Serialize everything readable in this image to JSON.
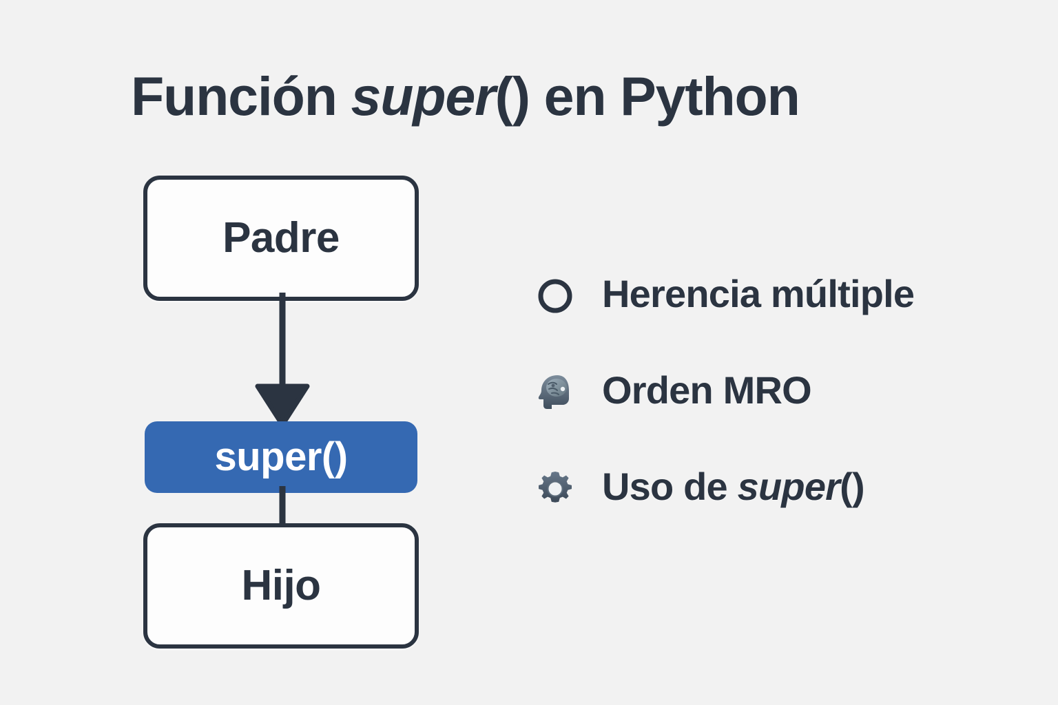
{
  "page": {
    "background_color": "#f2f2f2",
    "ink_color": "#2b3441",
    "accent_color": "#3569b2"
  },
  "title": {
    "prefix": "Función ",
    "emphasis": "super",
    "suffix": "() en Python",
    "full_text": "Función super() en Python"
  },
  "diagram": {
    "type": "flow",
    "nodes": [
      {
        "id": "padre",
        "label": "Padre",
        "style": "outline",
        "fill": "#fdfdfd",
        "border": "#2b3441",
        "text_color": "#2b3441"
      },
      {
        "id": "super",
        "label": "super()",
        "style": "filled",
        "fill": "#3569b2",
        "border": "none",
        "text_color": "#ffffff"
      },
      {
        "id": "hijo",
        "label": "Hijo",
        "style": "outline",
        "fill": "#fdfdfd",
        "border": "#2b3441",
        "text_color": "#2b3441"
      }
    ],
    "edges": [
      {
        "from": "padre",
        "to": "super",
        "arrowhead": "filled-triangle",
        "color": "#2b3441"
      },
      {
        "from": "super",
        "to": "hijo",
        "arrowhead": "none",
        "color": "#2b3441"
      }
    ]
  },
  "features": {
    "items": [
      {
        "icon": "hollow-circle-icon",
        "icon_color": "#2b3441",
        "label": "Herencia múltiple",
        "prefix": "Herencia múltiple",
        "emphasis": "",
        "suffix": ""
      },
      {
        "icon": "head-with-brain-icon",
        "icon_color": "#5b6b7a",
        "label": "Orden MRO",
        "prefix": "Orden MRO",
        "emphasis": "",
        "suffix": ""
      },
      {
        "icon": "gear-icon",
        "icon_color": "#4d5c6b",
        "label": "Uso de super()",
        "prefix": "Uso de ",
        "emphasis": "super",
        "suffix": "()"
      }
    ]
  }
}
